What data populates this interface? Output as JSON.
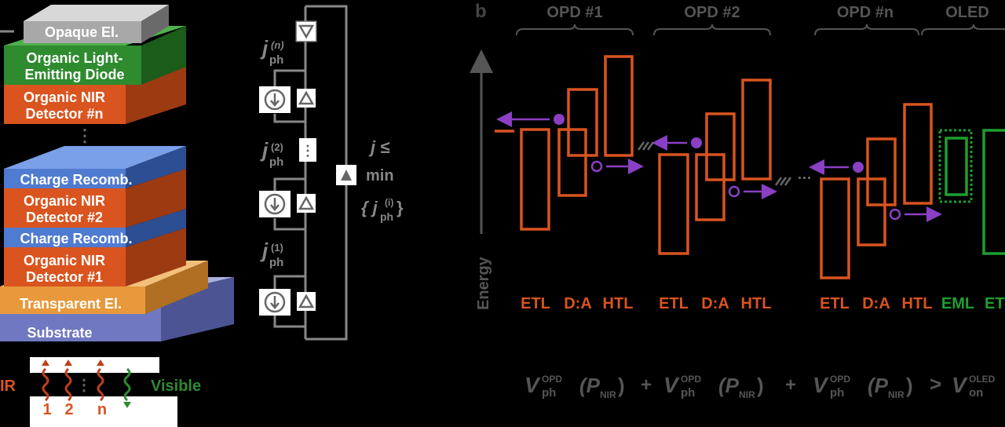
{
  "panel_label_b": "b",
  "stack": {
    "layers": {
      "opaque": "Opaque El.",
      "oled_1": "Organic Light-",
      "oled_2": "Emitting Diode",
      "det_n_1": "Organic NIR",
      "det_n_2": "Detector #n",
      "dots": "⋮",
      "recomb_a": "Charge Recomb.",
      "det_2_1": "Organic NIR",
      "det_2_2": "Detector #2",
      "recomb_b": "Charge Recomb.",
      "det_1_1": "Organic NIR",
      "det_1_2": "Detector #1",
      "transparent": "Transparent El.",
      "substrate": "Substrate"
    },
    "legend": {
      "ir": "IR",
      "visible": "Visible",
      "n1": "1",
      "n2": "2",
      "nn": "n",
      "dots": "⋮"
    },
    "colors": {
      "opaque": "#9a9a9a",
      "oled": "#2e8b2e",
      "detector": "#d9541f",
      "recomb": "#3b6fc9",
      "transparent": "#e89a3c",
      "substrate": "#7b84c8"
    }
  },
  "circuit": {
    "jn_main": "j",
    "jn_sub": "ph",
    "jn_sup": "(n)",
    "j2_main": "j",
    "j2_sub": "ph",
    "j2_sup": "(2)",
    "j1_main": "j",
    "j1_sub": "ph",
    "j1_sup": "(1)",
    "cond_1": "j ≤",
    "cond_2": "min",
    "cond_3_main": "{ j",
    "cond_3_sub": "ph",
    "cond_3_sup": "(i)",
    "cond_3_end": "}",
    "dots": "⋮"
  },
  "energy": {
    "axis_label": "Energy",
    "groups": {
      "g1": "OPD #1",
      "g2": "OPD #2",
      "gn": "OPD #n",
      "go": "OLED"
    },
    "layer_labels": {
      "a1": "ETL",
      "b1": "D:A",
      "c1": "HTL",
      "a2": "ETL",
      "b2": "D:A",
      "c2": "HTL",
      "an": "ETL",
      "bn": "D:A",
      "cn": "HTL",
      "eml": "EML",
      "et": "ET"
    },
    "ellipsis": "···",
    "colors": {
      "opd": "#d9541f",
      "oled": "#1e9e2e",
      "carrier": "#8a3fc4",
      "text": "#555555"
    }
  },
  "equation": {
    "t1_main": "V",
    "t1_sup": "OPD",
    "t1_sub": "ph",
    "t1_arg": "(P",
    "t1_argsub": "NIR",
    "t1_close": ")",
    "plus1": "+",
    "t2_main": "V",
    "t2_sup": "OPD",
    "t2_sub": "ph",
    "t2_arg": "(P",
    "t2_argsub": "NIR",
    "t2_close": ")",
    "plus2": "+",
    "t3_main": "V",
    "t3_sup": "OPD",
    "t3_sub": "ph",
    "t3_arg": "(P",
    "t3_argsub": "NIR",
    "t3_close": ")",
    "gt": ">",
    "t4_main": "V",
    "t4_sup": "OLED",
    "t4_sub": "on"
  }
}
